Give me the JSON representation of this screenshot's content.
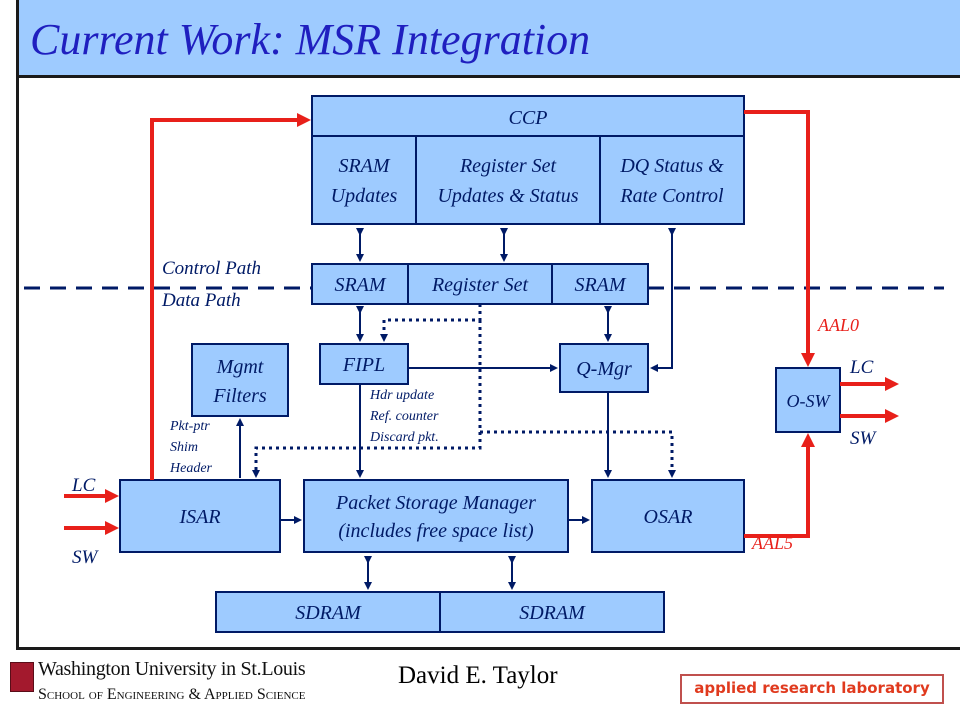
{
  "title": "Current Work: MSR Integration",
  "diagram": {
    "ccp": "CCP",
    "sram_updates": [
      "SRAM",
      "Updates"
    ],
    "register_set_updates": [
      "Register Set",
      "Updates & Status"
    ],
    "dq_status": [
      "DQ Status &",
      "Rate Control"
    ],
    "sram_left": "SRAM",
    "register_set": "Register Set",
    "sram_right": "SRAM",
    "control_path": "Control Path",
    "data_path": "Data Path",
    "mgmt_filters": [
      "Mgmt",
      "Filters"
    ],
    "fipl": "FIPL",
    "q_mgr": "Q-Mgr",
    "fipl_notes": [
      "Hdr update",
      "Ref. counter",
      "Discard pkt."
    ],
    "isar_notes": [
      "Pkt-ptr",
      "Shim",
      "Header"
    ],
    "isar": "ISAR",
    "psm": [
      "Packet Storage Manager",
      "(includes free space list)"
    ],
    "osar": "OSAR",
    "sdram_left": "SDRAM",
    "sdram_right": "SDRAM",
    "o_sw": "O-SW",
    "lc_in": "LC",
    "sw_in": "SW",
    "lc_out": "LC",
    "sw_out": "SW",
    "aal0": "AAL0",
    "aal5": "AAL5"
  },
  "footer": {
    "author": "David E. Taylor",
    "university_line1": "Washington University in St.Louis",
    "university_line2": "School of Engineering & Applied Science",
    "lab": "applied research laboratory"
  },
  "colors": {
    "box_fill": "#9ecbff",
    "title_text": "#1f1fbf",
    "red_path": "#e8201a",
    "label_red": "#e8201a"
  }
}
